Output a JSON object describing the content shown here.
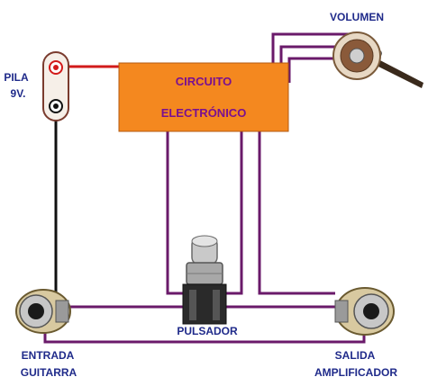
{
  "labels": {
    "volumen": "VOLUMEN",
    "pila_line1": "PILA",
    "pila_line2": "9V.",
    "circuito_line1": "CIRCUITO",
    "circuito_line2": "ELECTRÓNICO",
    "pulsador": "PULSADOR",
    "entrada_line1": "ENTRADA",
    "entrada_line2": "GUITARRA",
    "salida_line1": "SALIDA",
    "salida_line2": "AMPLIFICADOR"
  },
  "colors": {
    "wire": "#6a1a6a",
    "battery_positive_wire": "#d21a1a",
    "battery_negative_wire": "#111111",
    "circuit_box": "#f4881f",
    "label_text": "#1f2a8a",
    "circuit_text": "#7a1090"
  },
  "components": {
    "battery": "9v-battery-clip",
    "potentiometer": "volume-potentiometer-icon",
    "footswitch": "push-footswitch-icon",
    "input_jack": "input-jack-icon",
    "output_jack": "output-jack-icon"
  }
}
